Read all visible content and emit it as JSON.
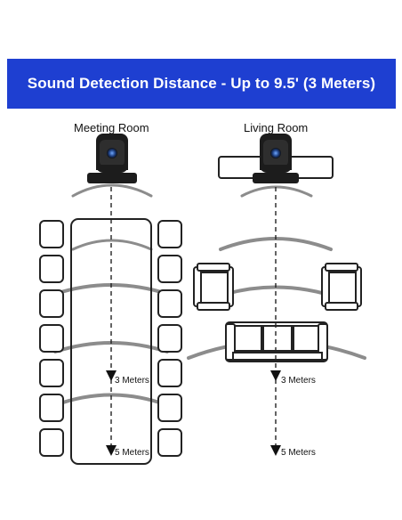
{
  "banner": {
    "title": "Sound Detection Distance - Up to 9.5' (3 Meters)"
  },
  "rooms": {
    "meeting": {
      "label": "Meeting Room",
      "marker_3m": "3 Meters",
      "marker_5m": "5 Meters"
    },
    "living": {
      "label": "Living Room",
      "marker_3m": "3 Meters",
      "marker_5m": "5 Meters"
    }
  },
  "colors": {
    "banner": "#1e3fd1",
    "banner_text": "#ffffff",
    "outline": "#222222",
    "arc": "#8c8c8c"
  },
  "icons": [
    "webcam-icon",
    "chair-icon",
    "armchair-icon",
    "sofa-icon",
    "arrow-down-icon"
  ]
}
